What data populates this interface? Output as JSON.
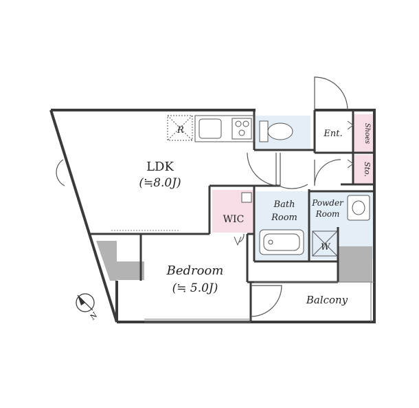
{
  "rooms": {
    "ldk": {
      "name": "LDK",
      "size": "(≒8.0J)"
    },
    "bedroom": {
      "name": "Bedroom",
      "size": "(≒ 5.0J)"
    },
    "wic": {
      "name": "WIC"
    },
    "bath": {
      "line1": "Bath",
      "line2": "Room"
    },
    "powder": {
      "line1": "Powder",
      "line2": "Room"
    },
    "entrance": {
      "name": "Ent."
    },
    "balcony": {
      "name": "Balcony"
    },
    "shoes": {
      "name": "Shoes"
    },
    "storage": {
      "name": "Sto."
    }
  },
  "fixtures": {
    "refrigerator": "R",
    "washer": "W"
  },
  "compass": {
    "label": "N"
  },
  "colors": {
    "wall": "#3a3a3a",
    "wet_area": "#e4eef7",
    "pink_storage": "#f7dde6",
    "shaft": "#b3b3b3",
    "line": "#555555"
  }
}
